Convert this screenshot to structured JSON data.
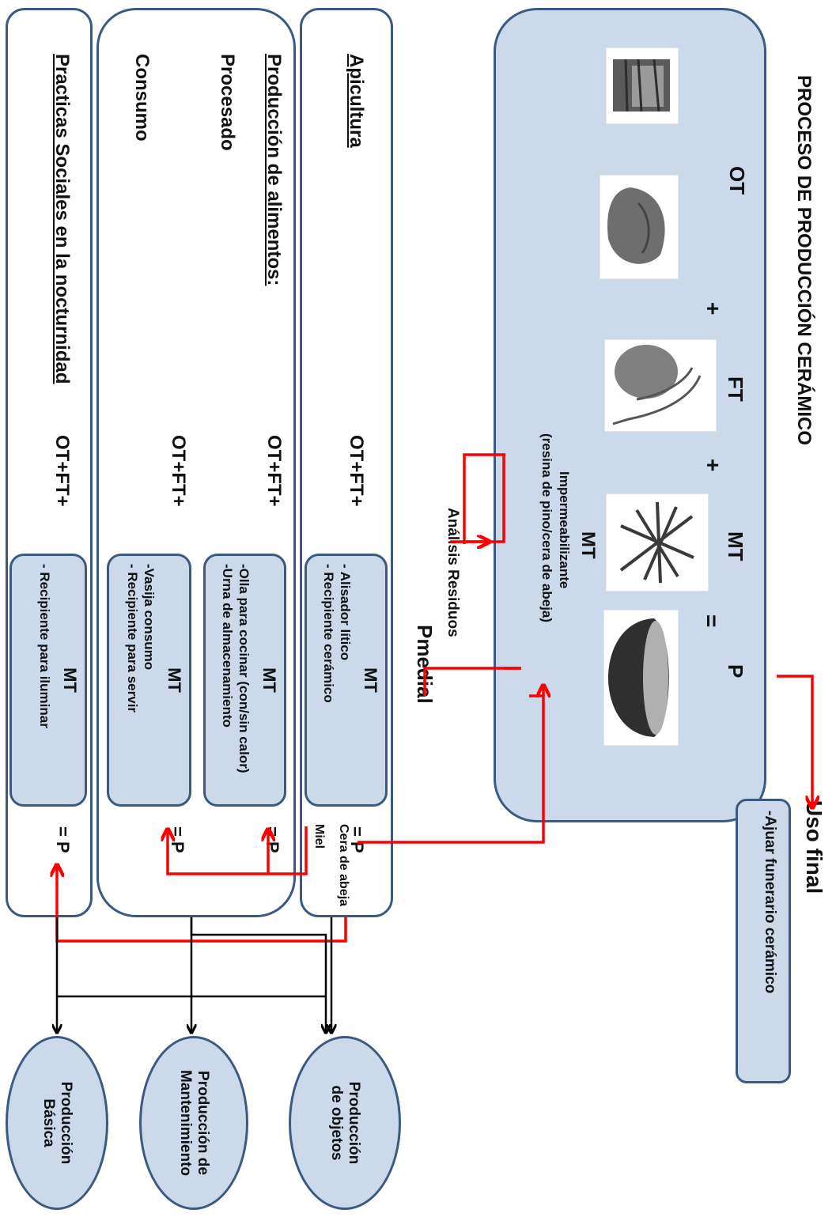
{
  "top_panel": {
    "title": "PROCESO DE PRODUCCIÓN CERÁMICO",
    "ot_label": "OT",
    "plus1": "+",
    "ft_label": "FT",
    "plus2": "+",
    "mt_label": "MT",
    "equals": "=",
    "p_label": "P",
    "mt_medial": "MT",
    "impermeabilizante": "Impermeabilizante",
    "resina": "(resina de pino/cera de abeja)",
    "analisis": "Análisis Residuos",
    "pmedial": "Pmedial"
  },
  "uso_final": {
    "title": "Uso final",
    "item": "-Ajuar funerario cerámico"
  },
  "rows": [
    {
      "heading": "Apicultura",
      "formula": "OT+FT+",
      "mt_title": "MT",
      "mt_items": [
        "-    Alisador lítico",
        "-    Recipiente cerámico"
      ],
      "result": "= P",
      "outputs": [
        "Cera de abeja",
        "Miel"
      ]
    },
    {
      "heading": "Producción de alimentos:",
      "sub1": "Procesado",
      "sub2": "Consumo",
      "formula1": "OT+FT+",
      "formula2": "OT+FT+",
      "mt1_title": "MT",
      "mt1_items": [
        "-Olla para cocinar (con/sin calor)",
        "-Urna de almacenamiento"
      ],
      "mt2_title": "MT",
      "mt2_items": [
        "-Vasija consumo",
        "- Recipiente para servir"
      ],
      "result1": "= P",
      "result2": "= P"
    },
    {
      "heading": "Practicas Sociales en la nocturnidad",
      "formula": "OT+FT+",
      "mt_title": "MT",
      "mt_items": [
        "- Recipiente para iluminar"
      ],
      "result": "= P"
    }
  ],
  "ellipses": [
    {
      "lines": [
        "Producción",
        "de objetos"
      ]
    },
    {
      "lines": [
        "Producción de",
        "Mantenimiento"
      ]
    },
    {
      "lines": [
        "Producción",
        "Básica"
      ]
    }
  ],
  "icons": [
    "stone-block-icon",
    "clay-lump-icon",
    "hand-shaping-icon",
    "tools-bundle-icon",
    "ceramic-bowl-icon"
  ],
  "colors": {
    "arrow_red": "#ff0000",
    "box_fill": "#cbd9ea",
    "box_border": "#3b5a82"
  }
}
